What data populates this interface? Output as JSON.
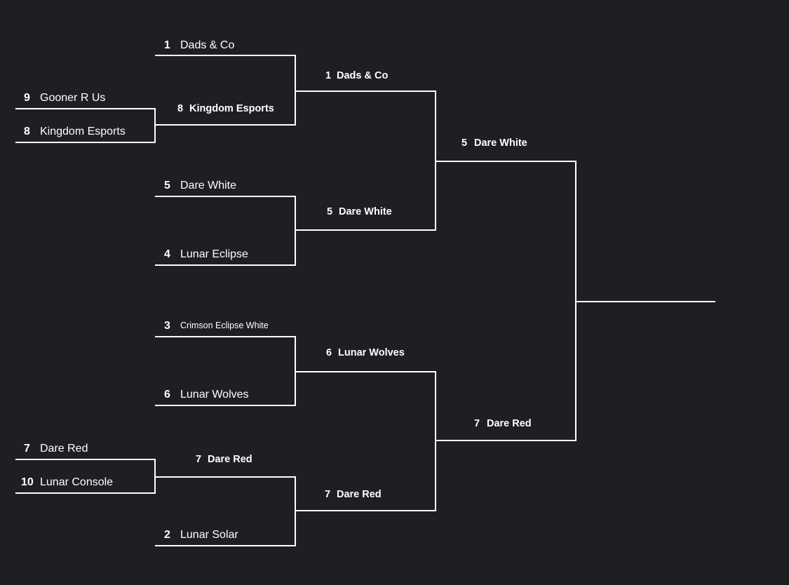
{
  "bracket": {
    "round1": [
      {
        "seed": "9",
        "name": "Gooner R Us"
      },
      {
        "seed": "8",
        "name": "Kingdom Esports"
      },
      {
        "seed": "7",
        "name": "Dare Red"
      },
      {
        "seed": "10",
        "name": "Lunar Console"
      }
    ],
    "round1_winners": [
      {
        "seed": "8",
        "name": "Kingdom Esports"
      },
      {
        "seed": "7",
        "name": "Dare Red"
      }
    ],
    "quarterfinal_entrants": [
      {
        "seed": "1",
        "name": "Dads & Co"
      },
      {
        "seed": "5",
        "name": "Dare White"
      },
      {
        "seed": "4",
        "name": "Lunar Eclipse"
      },
      {
        "seed": "3",
        "name": "Crimson Eclipse White"
      },
      {
        "seed": "6",
        "name": "Lunar Wolves"
      },
      {
        "seed": "2",
        "name": "Lunar Solar"
      }
    ],
    "quarterfinal_winners": [
      {
        "seed": "1",
        "name": "Dads & Co"
      },
      {
        "seed": "5",
        "name": "Dare White"
      },
      {
        "seed": "6",
        "name": "Lunar Wolves"
      },
      {
        "seed": "7",
        "name": "Dare Red"
      }
    ],
    "semifinal_winners": [
      {
        "seed": "5",
        "name": "Dare White"
      },
      {
        "seed": "7",
        "name": "Dare Red"
      }
    ],
    "champion": {
      "seed": "",
      "name": ""
    }
  },
  "colors": {
    "background": "#1e1f23",
    "line": "#ffffff",
    "text": "#ffffff"
  }
}
